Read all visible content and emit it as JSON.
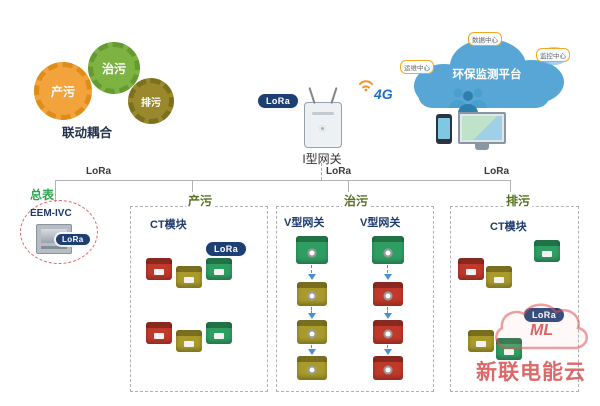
{
  "legend": {
    "gear_produce": "产污",
    "gear_treat": "治污",
    "gear_discharge": "排污",
    "caption": "联动耦合"
  },
  "gateway": {
    "label": "I型网关",
    "lora": "LoRa",
    "network": "4G"
  },
  "cloud": {
    "title": "环保监测平台",
    "badge_top": "数据中心",
    "badge_left": "运维中心",
    "badge_right": "监控中心"
  },
  "bus": {
    "lora_left": "LoRa",
    "lora_center": "LoRa",
    "lora_right": "LoRa"
  },
  "meter": {
    "label": "总表",
    "device": "EEM-IVC",
    "lora": "LoRa"
  },
  "groups": {
    "produce": {
      "label": "产污",
      "module": "CT模块",
      "lora": "LoRa"
    },
    "treat": {
      "label": "治污",
      "gateway_left": "V型网关",
      "gateway_right": "V型网关"
    },
    "discharge": {
      "label": "排污",
      "module": "CT模块",
      "lora": "LoRa"
    }
  },
  "watermark": {
    "logo": "ML",
    "brand": "新联电能云"
  },
  "colors": {
    "lora_badge": "#1e3f73",
    "gear_produce": "#f2a33c",
    "gear_treat": "#7cb342",
    "gear_discharge": "#99892c",
    "cloud_blue": "#58a6d6",
    "device_red": "#c0392b",
    "device_yellow": "#a89a2b",
    "device_green": "#2f9e63",
    "group_label": "#55701e",
    "watermark_red": "#d54242"
  }
}
